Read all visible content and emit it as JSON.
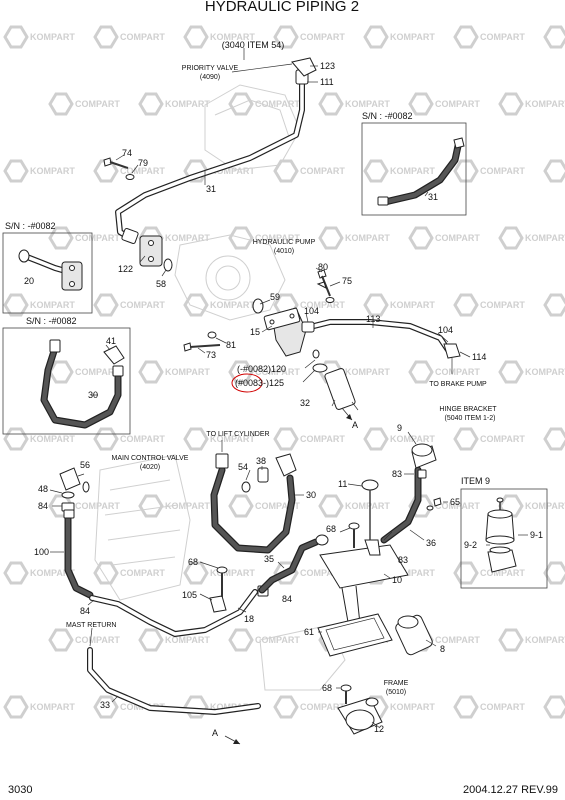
{
  "header": {
    "title": "HYDRAULIC PIPING 2"
  },
  "footer": {
    "page": "3030",
    "revision": "2004.12.27 REV.99"
  },
  "watermark": {
    "brand_dark": "KOMPART",
    "brand_light": "COMPART"
  },
  "colors": {
    "line": "#222222",
    "watermark": "#cfcfcf",
    "hose_dark": "#555555",
    "highlight": "#d00000"
  },
  "annotations": {
    "item54": "(3040 ITEM 54)",
    "priority_valve": "PRIORITY VALVE",
    "priority_valve_ref": "(4090)",
    "hydraulic_pump": "HYDRAULIC PUMP",
    "hydraulic_pump_ref": "(4010)",
    "sn1": "S/N : -#0082",
    "sn2": "S/N : -#0082",
    "sn3": "S/N : -#0082",
    "to_brake_pump": "TO BRAKE PUMP",
    "hinge_bracket": "HINGE BRACKET",
    "hinge_bracket_ref": "(5040 ITEM 1-2)",
    "to_lift_cylinder": "TO LIFT CYLINDER",
    "main_control_valve": "MAIN CONTROL VALVE",
    "main_control_valve_ref": "(4020)",
    "item9": "ITEM 9",
    "mast_return": "MAST RETURN",
    "frame": "FRAME",
    "frame_ref": "(5010)",
    "serial_120": "(-#0082)120",
    "serial_125": "(#0083-)125",
    "section_a": "A"
  },
  "callouts": {
    "c123": "123",
    "c111": "111",
    "c74": "74",
    "c79": "79",
    "c31a": "31",
    "c31b": "31",
    "c20": "20",
    "c122": "122",
    "c58": "58",
    "c80": "80",
    "c75": "75",
    "c59": "59",
    "c15": "15",
    "c104a": "104",
    "c113": "113",
    "c104b": "104",
    "c114": "114",
    "c41": "41",
    "c30a": "30",
    "c81": "81",
    "c73": "73",
    "c32": "32",
    "c9": "9",
    "c56": "56",
    "c48": "48",
    "c84a": "84",
    "c54": "54",
    "c38": "38",
    "c30b": "30",
    "c83a": "83",
    "c65": "65",
    "c11": "11",
    "c36": "36",
    "c68a": "68",
    "c9_1": "9-1",
    "c9_2": "9-2",
    "c100": "100",
    "c68b": "68",
    "c35": "35",
    "c83b": "83",
    "c10": "10",
    "c105": "105",
    "c84b": "84",
    "c84c": "84",
    "c18": "18",
    "c61": "61",
    "c8": "8",
    "c33": "33",
    "c68c": "68",
    "c12": "12"
  }
}
